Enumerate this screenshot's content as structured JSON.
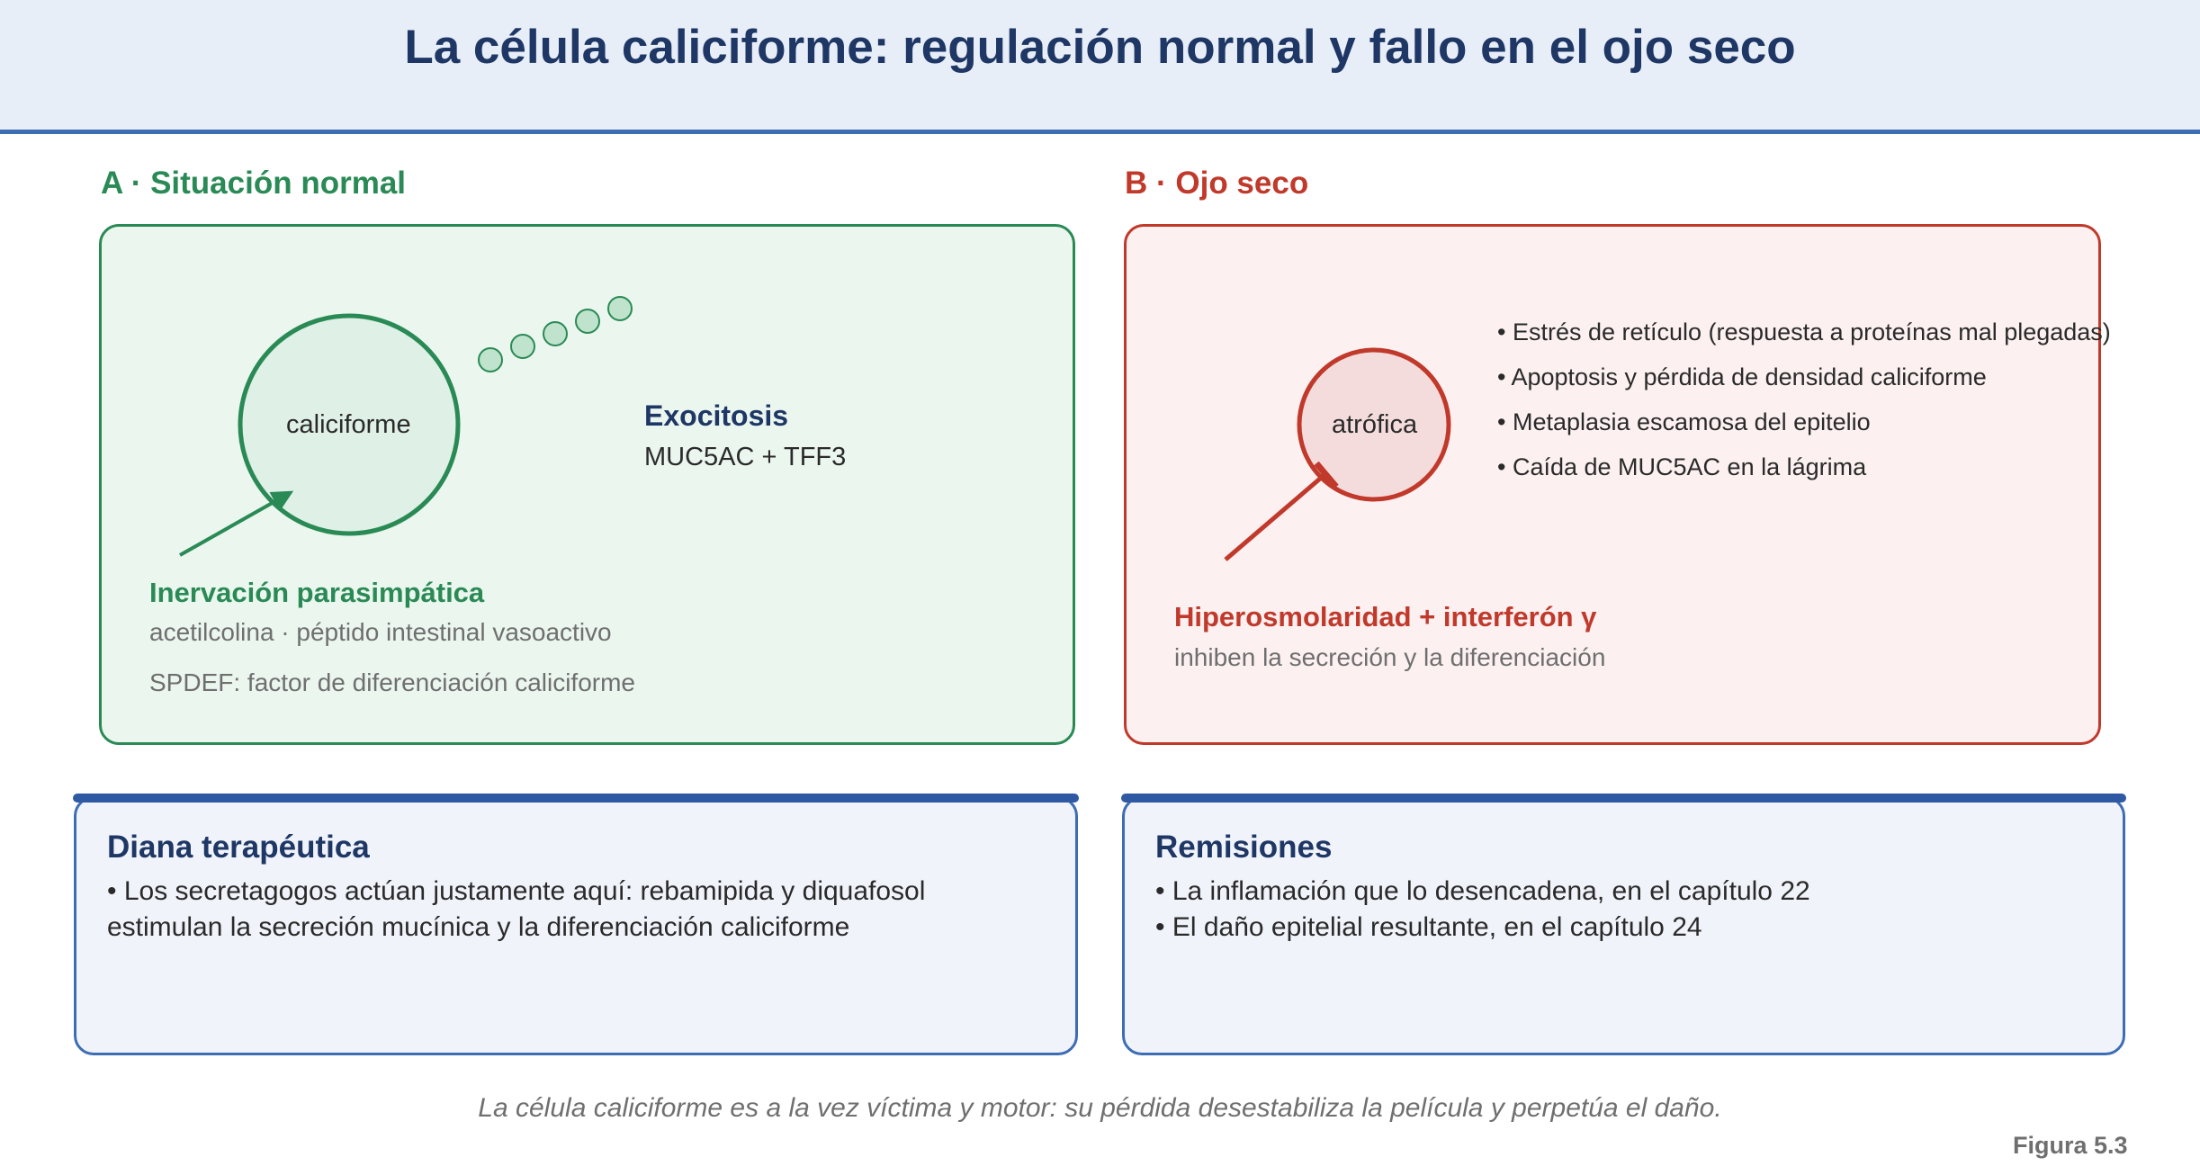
{
  "title": "La célula caliciforme: regulación normal y fallo en el ojo seco",
  "panel_a": {
    "heading": "A · Situación normal",
    "cell_label": "caliciforme",
    "exocytosis_title": "Exocitosis",
    "exocytosis_products": "MUC5AC + TFF3",
    "innervation_title": "Inervación parasimpática",
    "innervation_detail": "acetilcolina · péptido intestinal vasoactivo",
    "spdef": "SPDEF: factor de diferenciación caliciforme"
  },
  "panel_b": {
    "heading": "B · Ojo seco",
    "cell_label": "atrófica",
    "bullets": [
      "• Estrés de retículo (respuesta a proteínas mal plegadas)",
      "• Apoptosis y pérdida de densidad caliciforme",
      "• Metaplasia escamosa del epitelio",
      "• Caída de MUC5AC en la lágrima"
    ],
    "inhibitor_title": "Hiperosmolaridad + interferón γ",
    "inhibitor_detail": "inhiben la secreción y la diferenciación"
  },
  "target_box": {
    "heading": "Diana terapéutica",
    "line1": "• Los secretagogos actúan justamente aquí: rebamipida y diquafosol",
    "line2": "estimulan la secreción mucínica y la diferenciación caliciforme"
  },
  "references_box": {
    "heading": "Remisiones",
    "line1": "• La inflamación que lo desencadena, en el capítulo 22",
    "line2": "• El daño epitelial resultante, en el capítulo 24"
  },
  "caption": "La célula caliciforme es a la vez víctima y motor: su pérdida desestabiliza la película y perpetúa el daño.",
  "figure_label": "Figura 5.3",
  "colors": {
    "green": "#2a8a55",
    "red": "#c0392b",
    "navy": "#1e3765",
    "blue": "#3d6db3"
  }
}
